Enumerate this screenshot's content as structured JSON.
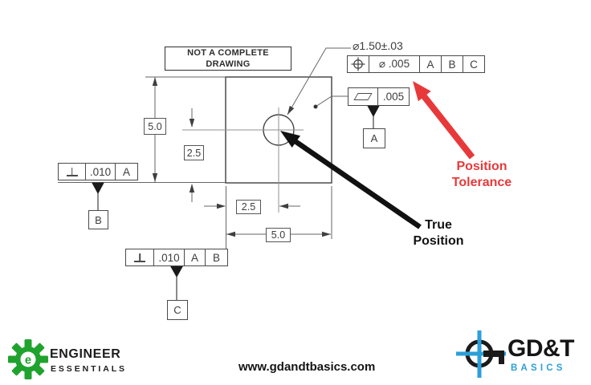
{
  "note": "NOT A COMPLETE DRAWING",
  "hole_callout": "⌀1.50±.03",
  "dimensions": {
    "height": "5.0",
    "height_half": "2.5",
    "width_half": "2.5",
    "width": "5.0"
  },
  "fcf_position": {
    "symbol": "position-symbol",
    "tolerance": "⌀ .005",
    "datums": [
      "A",
      "B",
      "C"
    ]
  },
  "fcf_flatness": {
    "symbol": "flatness-symbol",
    "tolerance": ".005",
    "datum_label": "A"
  },
  "fcf_perpendicularity_b": {
    "symbol": "perpendicularity-symbol",
    "tolerance": ".010",
    "datums": [
      "A"
    ],
    "datum_label": "B"
  },
  "fcf_perpendicularity_c": {
    "symbol": "perpendicularity-symbol",
    "tolerance": ".010",
    "datums": [
      "A",
      "B"
    ],
    "datum_label": "C"
  },
  "annotations": {
    "position_tolerance_line1": "Position",
    "position_tolerance_line2": "Tolerance",
    "true_position_line1": "True",
    "true_position_line2": "Position"
  },
  "footer": {
    "engineer_line1": "ENGINEER",
    "engineer_line2": "ESSENTIALS",
    "gear_letter": "e",
    "website": "www.gdandtbasics.com",
    "gdt_line1": "GD&T",
    "gdt_line2": "BASICS"
  },
  "colors": {
    "accent_red": "#e8393a",
    "logo_green": "#1fa32e",
    "logo_blue": "#2b9fd8",
    "outline": "#3f3f3f",
    "dim_line": "#666666"
  }
}
